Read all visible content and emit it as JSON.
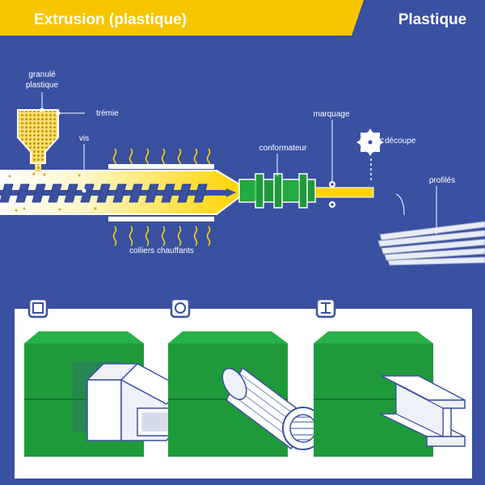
{
  "header": {
    "title": "Extrusion (plastique)",
    "category": "Plastique"
  },
  "labels": {
    "granule_line1": "granulé",
    "granule_line2": "plastique",
    "tremie": "trémie",
    "vis": "vis",
    "conformateur": "conformateur",
    "marquage": "marquage",
    "decoupe": "découpe",
    "profiles": "profilés",
    "colliers": "colliers chauffants"
  },
  "profile_shapes": [
    {
      "name": "square",
      "icon": "square-icon"
    },
    {
      "name": "round",
      "icon": "circle-icon"
    },
    {
      "name": "i-beam",
      "icon": "i-beam-icon"
    }
  ],
  "colors": {
    "background": "#3a50a1",
    "banner": "#f7c600",
    "die_green": "#1f9a3a",
    "plastic": "#ffd400",
    "white": "#ffffff"
  }
}
